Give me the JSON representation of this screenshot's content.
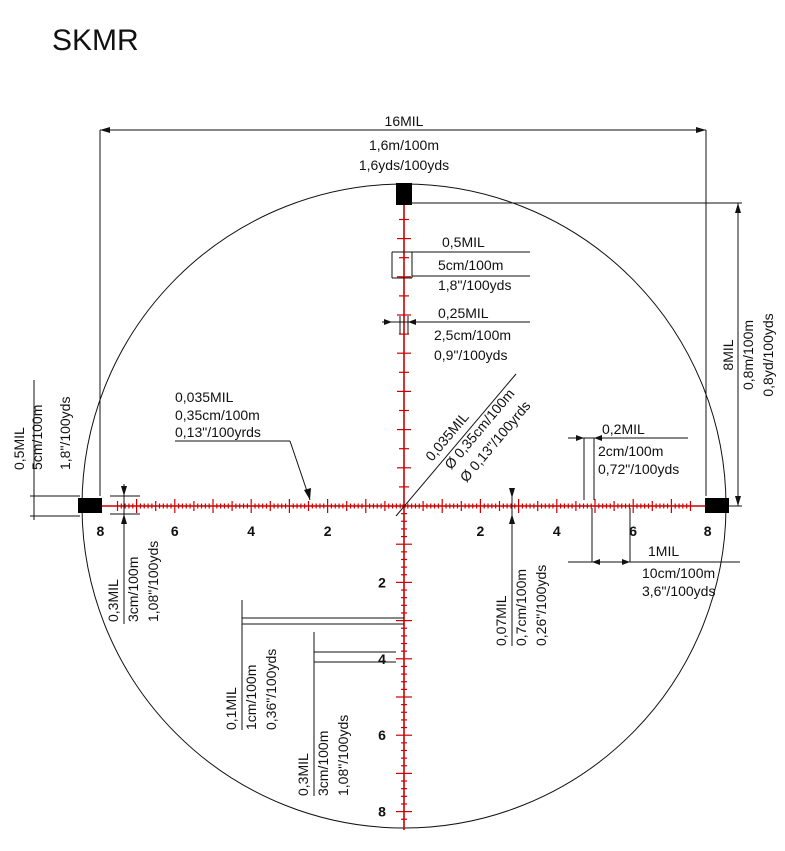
{
  "title": "SKMR",
  "overall": {
    "width": [
      "16MIL",
      "1,6m/100m",
      "1,6yds/100yds"
    ],
    "height": [
      "8MIL",
      "0,8m/100m",
      "0,8yd/100yds"
    ]
  },
  "callouts": {
    "half_mil_v": [
      "0,5MIL",
      "5cm/100m",
      "1,8\"/100yds"
    ],
    "quarter_mil_v": [
      "0,25MIL",
      "2,5cm/100m",
      "0,9\"/100yds"
    ],
    "line_thickness": [
      "0,035MIL",
      "0,35cm/100m",
      "0,13\"/100yrds"
    ],
    "center_dot": [
      "0,035MIL",
      "Ø 0,35cm/100m",
      "Ø 0,13\"/100yrds"
    ],
    "fifth_mil_h": [
      "0,2MIL",
      "2cm/100m",
      "0,72\"/100yds"
    ],
    "one_mil_h": [
      "1MIL",
      "10cm/100m",
      "3,6\"/100yds"
    ],
    "post_left": [
      "0,5MIL",
      "5cm/100m",
      "1,8\"/100yds"
    ],
    "tick_left": [
      "0,3MIL",
      "3cm/100m",
      "1,08\"/100yds"
    ],
    "tick_small_v": [
      "0,07MIL",
      "0,7cm/100m",
      "0,26\"/100yds"
    ],
    "tenth_mil_v": [
      "0,1MIL",
      "1cm/100m",
      "0,36\"/100yds"
    ],
    "tick_lower": [
      "0,3MIL",
      "3cm/100m",
      "1,08\"/100yds"
    ]
  },
  "axis_labels": {
    "horizontal": [
      "8",
      "6",
      "4",
      "2",
      "2",
      "4",
      "6",
      "8"
    ],
    "vertical": [
      "2",
      "4",
      "6",
      "8"
    ]
  },
  "colors": {
    "reticle": "#cc0000",
    "dimension": "#111111",
    "post": "#000000"
  }
}
